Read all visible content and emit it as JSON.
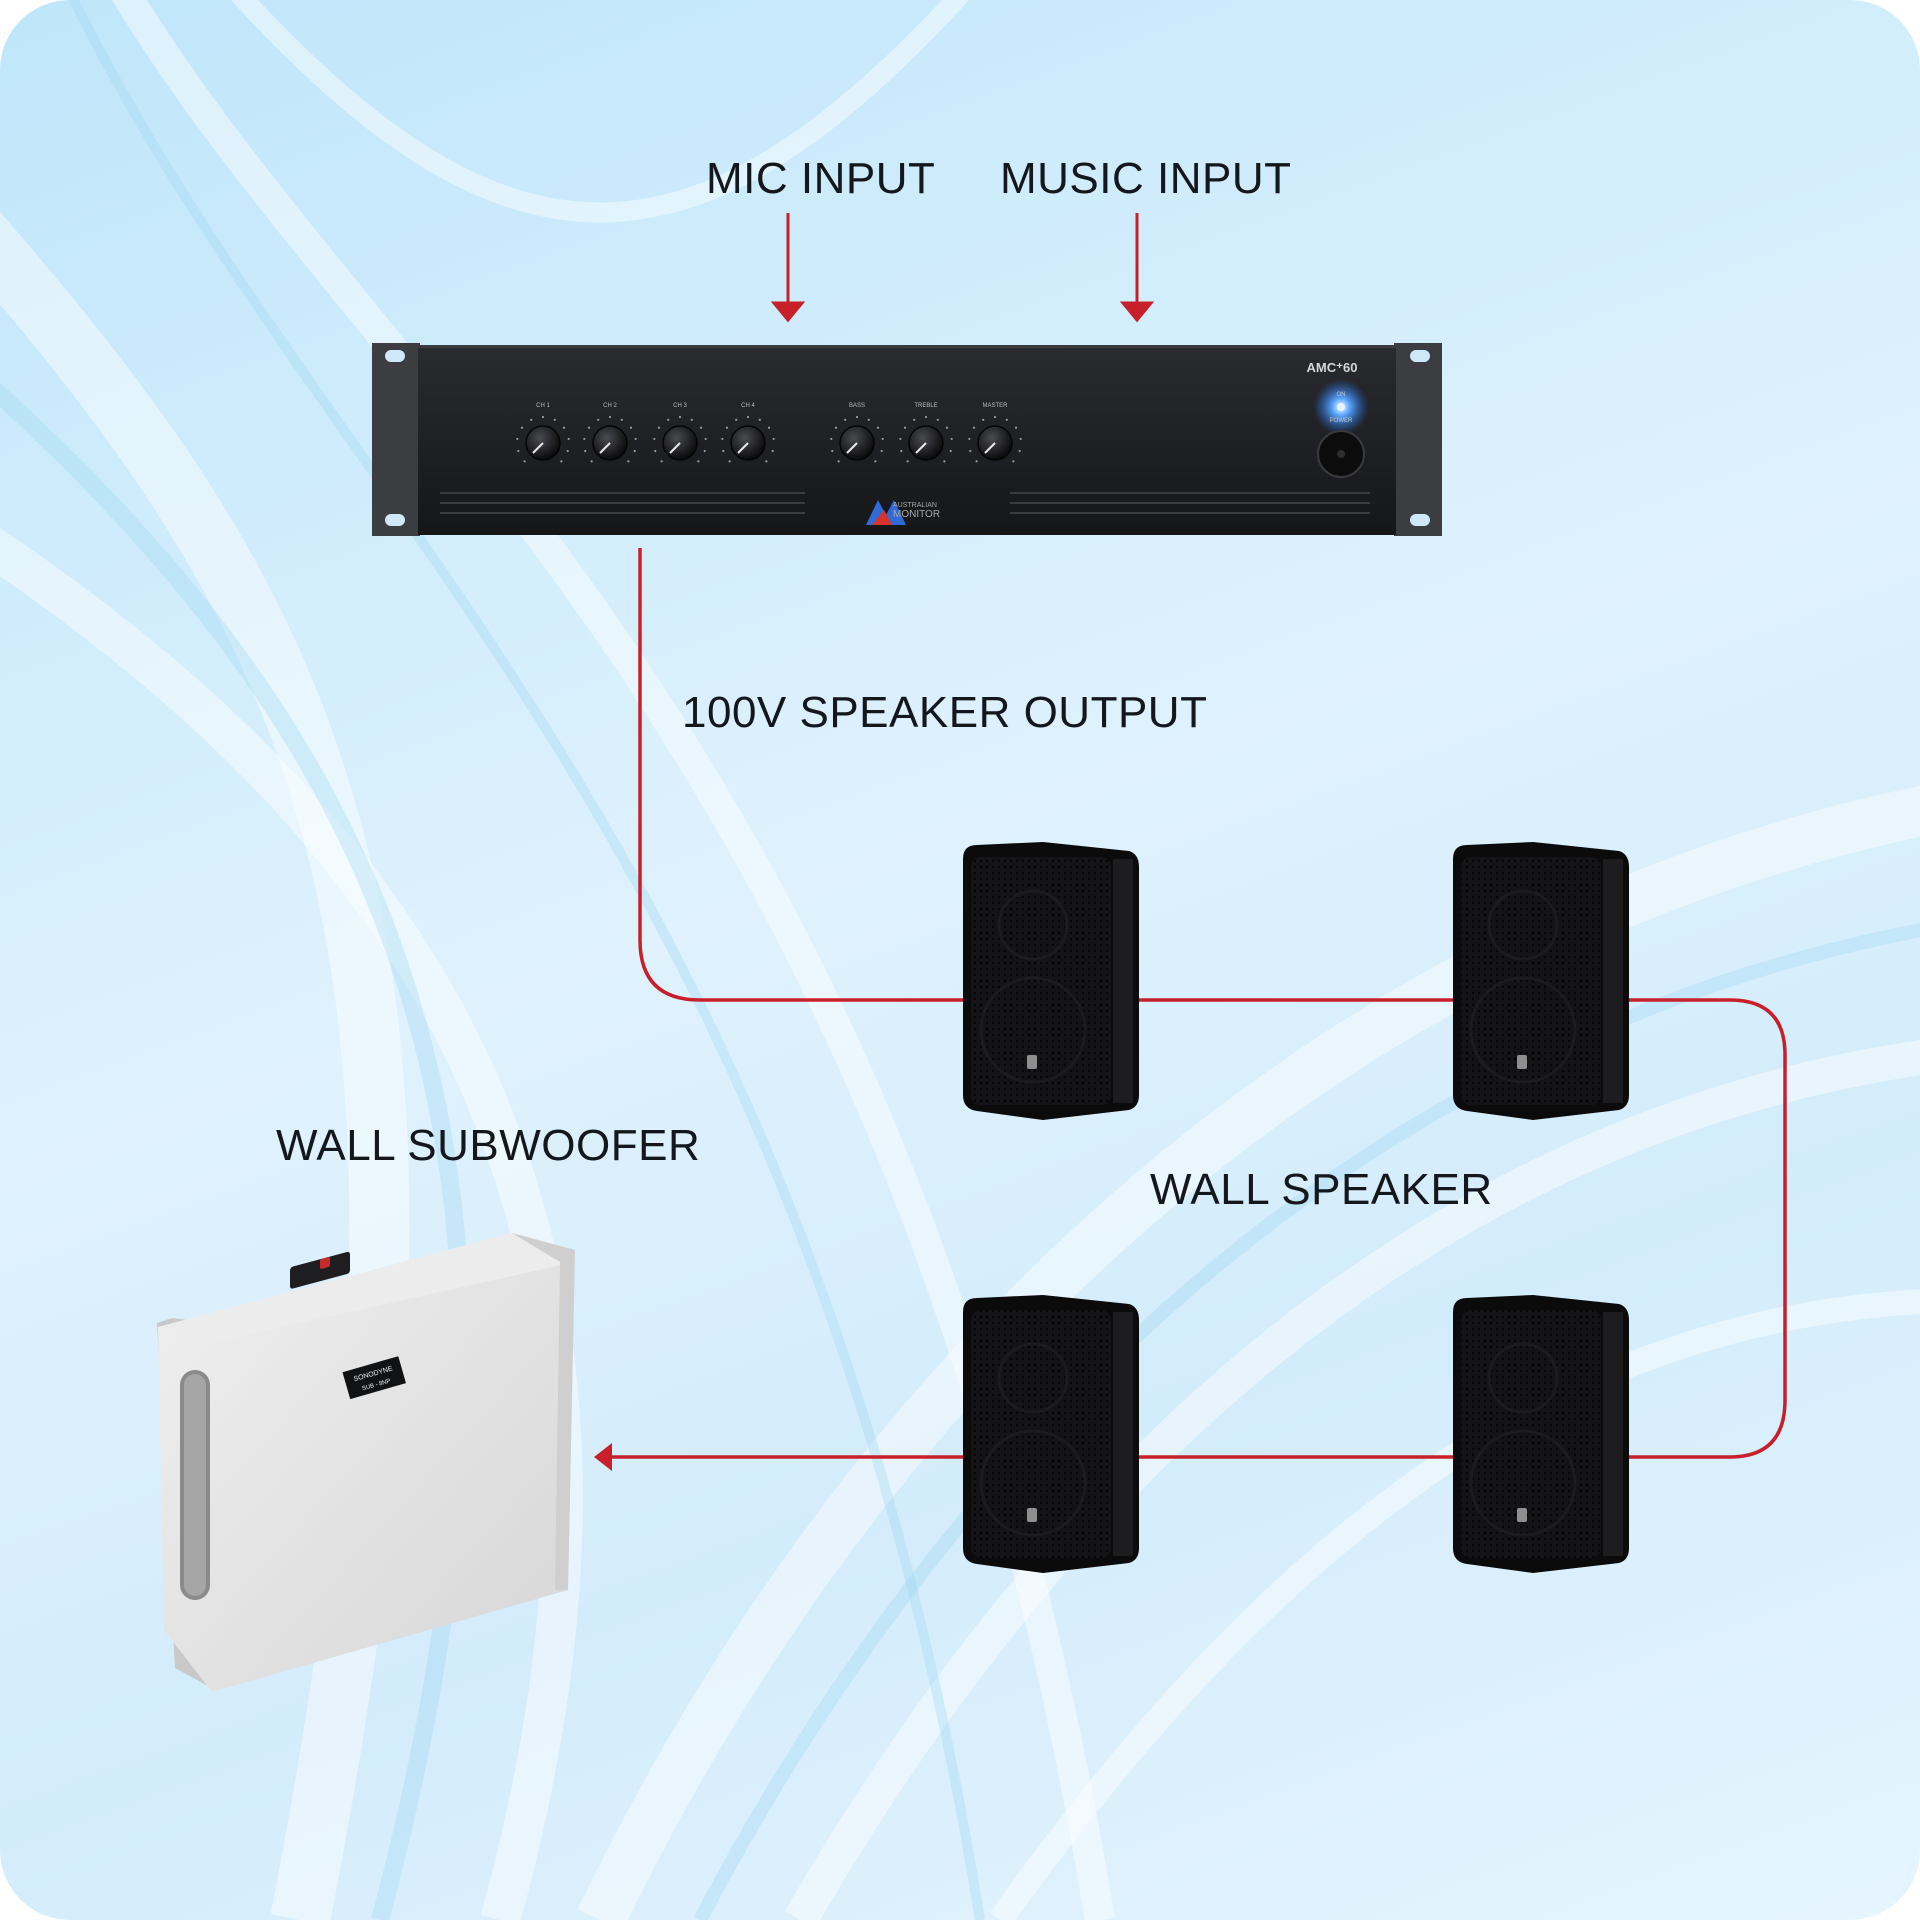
{
  "labels": {
    "mic_input": "MIC INPUT",
    "music_input": "MUSIC INPUT",
    "speaker_output": "100V SPEAKER OUTPUT",
    "wall_subwoofer": "WALL SUBWOOFER",
    "wall_speaker": "WALL SPEAKER"
  },
  "amplifier": {
    "model": "AMC⁺60",
    "brand_line1": "AUSTRALIAN",
    "brand_line2": "MONITOR",
    "power_on_label": "ON",
    "power_label": "POWER",
    "knobs": [
      "CH 1",
      "CH 2",
      "CH 3",
      "CH 4",
      "BASS",
      "TREBLE",
      "MASTER"
    ]
  },
  "subwoofer": {
    "badge_line1": "SONODYNE",
    "badge_line2": "SUB - 8NP"
  },
  "colors": {
    "wire": "#c8202a",
    "amplifier_body": "#1c1d20",
    "speaker_body": "#121214",
    "subwoofer_body": "#e4e4e4"
  }
}
